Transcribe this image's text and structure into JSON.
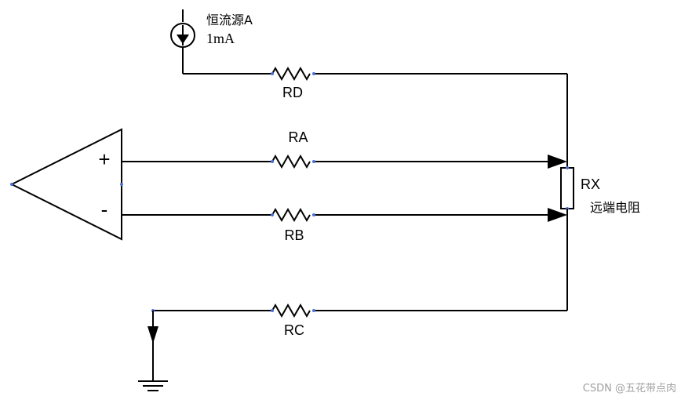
{
  "source": {
    "name": "恒流源A",
    "current": "1mA"
  },
  "resistors": {
    "rd": "RD",
    "ra": "RA",
    "rb": "RB",
    "rc": "RC",
    "rx": "RX"
  },
  "remote_resistor_label": "远端电阻",
  "amplifier": {
    "plus": "+",
    "minus": "-"
  },
  "watermark": "CSDN @五花带点肉"
}
